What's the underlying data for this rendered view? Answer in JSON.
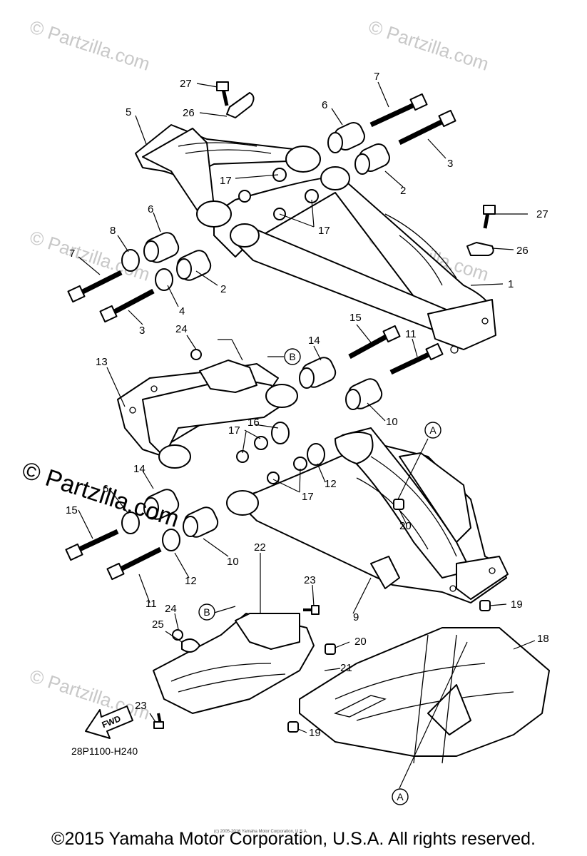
{
  "watermark_text": "© Partzilla.com",
  "watermark_main": "© Partzilla.com",
  "diagram_code": "28P1100-H240",
  "fwd_label": "FWD",
  "copyright": "©2015 Yamaha Motor Corporation, U.S.A. All rights reserved.",
  "small_copyright": "(c) 2005-2016 Yamaha Motor Corporation, U.S.A.",
  "callouts": {
    "c1": "1",
    "c2a": "2",
    "c2b": "2",
    "c3a": "3",
    "c3b": "3",
    "c4": "4",
    "c5": "5",
    "c6a": "6",
    "c6b": "6",
    "c6c": "6",
    "c7a": "7",
    "c7b": "7",
    "c8": "8",
    "c9": "9",
    "c10a": "10",
    "c10b": "10",
    "c11a": "11",
    "c11b": "11",
    "c12a": "12",
    "c12b": "12",
    "c13": "13",
    "c14a": "14",
    "c14b": "14",
    "c15a": "15",
    "c15b": "15",
    "c16": "16",
    "c17a": "17",
    "c17b": "17",
    "c17c": "17",
    "c17d": "17",
    "c18": "18",
    "c19a": "19",
    "c19b": "19",
    "c20a": "20",
    "c20b": "20",
    "c21": "21",
    "c22": "22",
    "c23a": "23",
    "c23b": "23",
    "c24a": "24",
    "c24b": "24",
    "c25": "25",
    "c26a": "26",
    "c26b": "26",
    "c27a": "27",
    "c27b": "27"
  },
  "refs": {
    "A1": "A",
    "A2": "A",
    "B1": "B",
    "B2": "B"
  }
}
